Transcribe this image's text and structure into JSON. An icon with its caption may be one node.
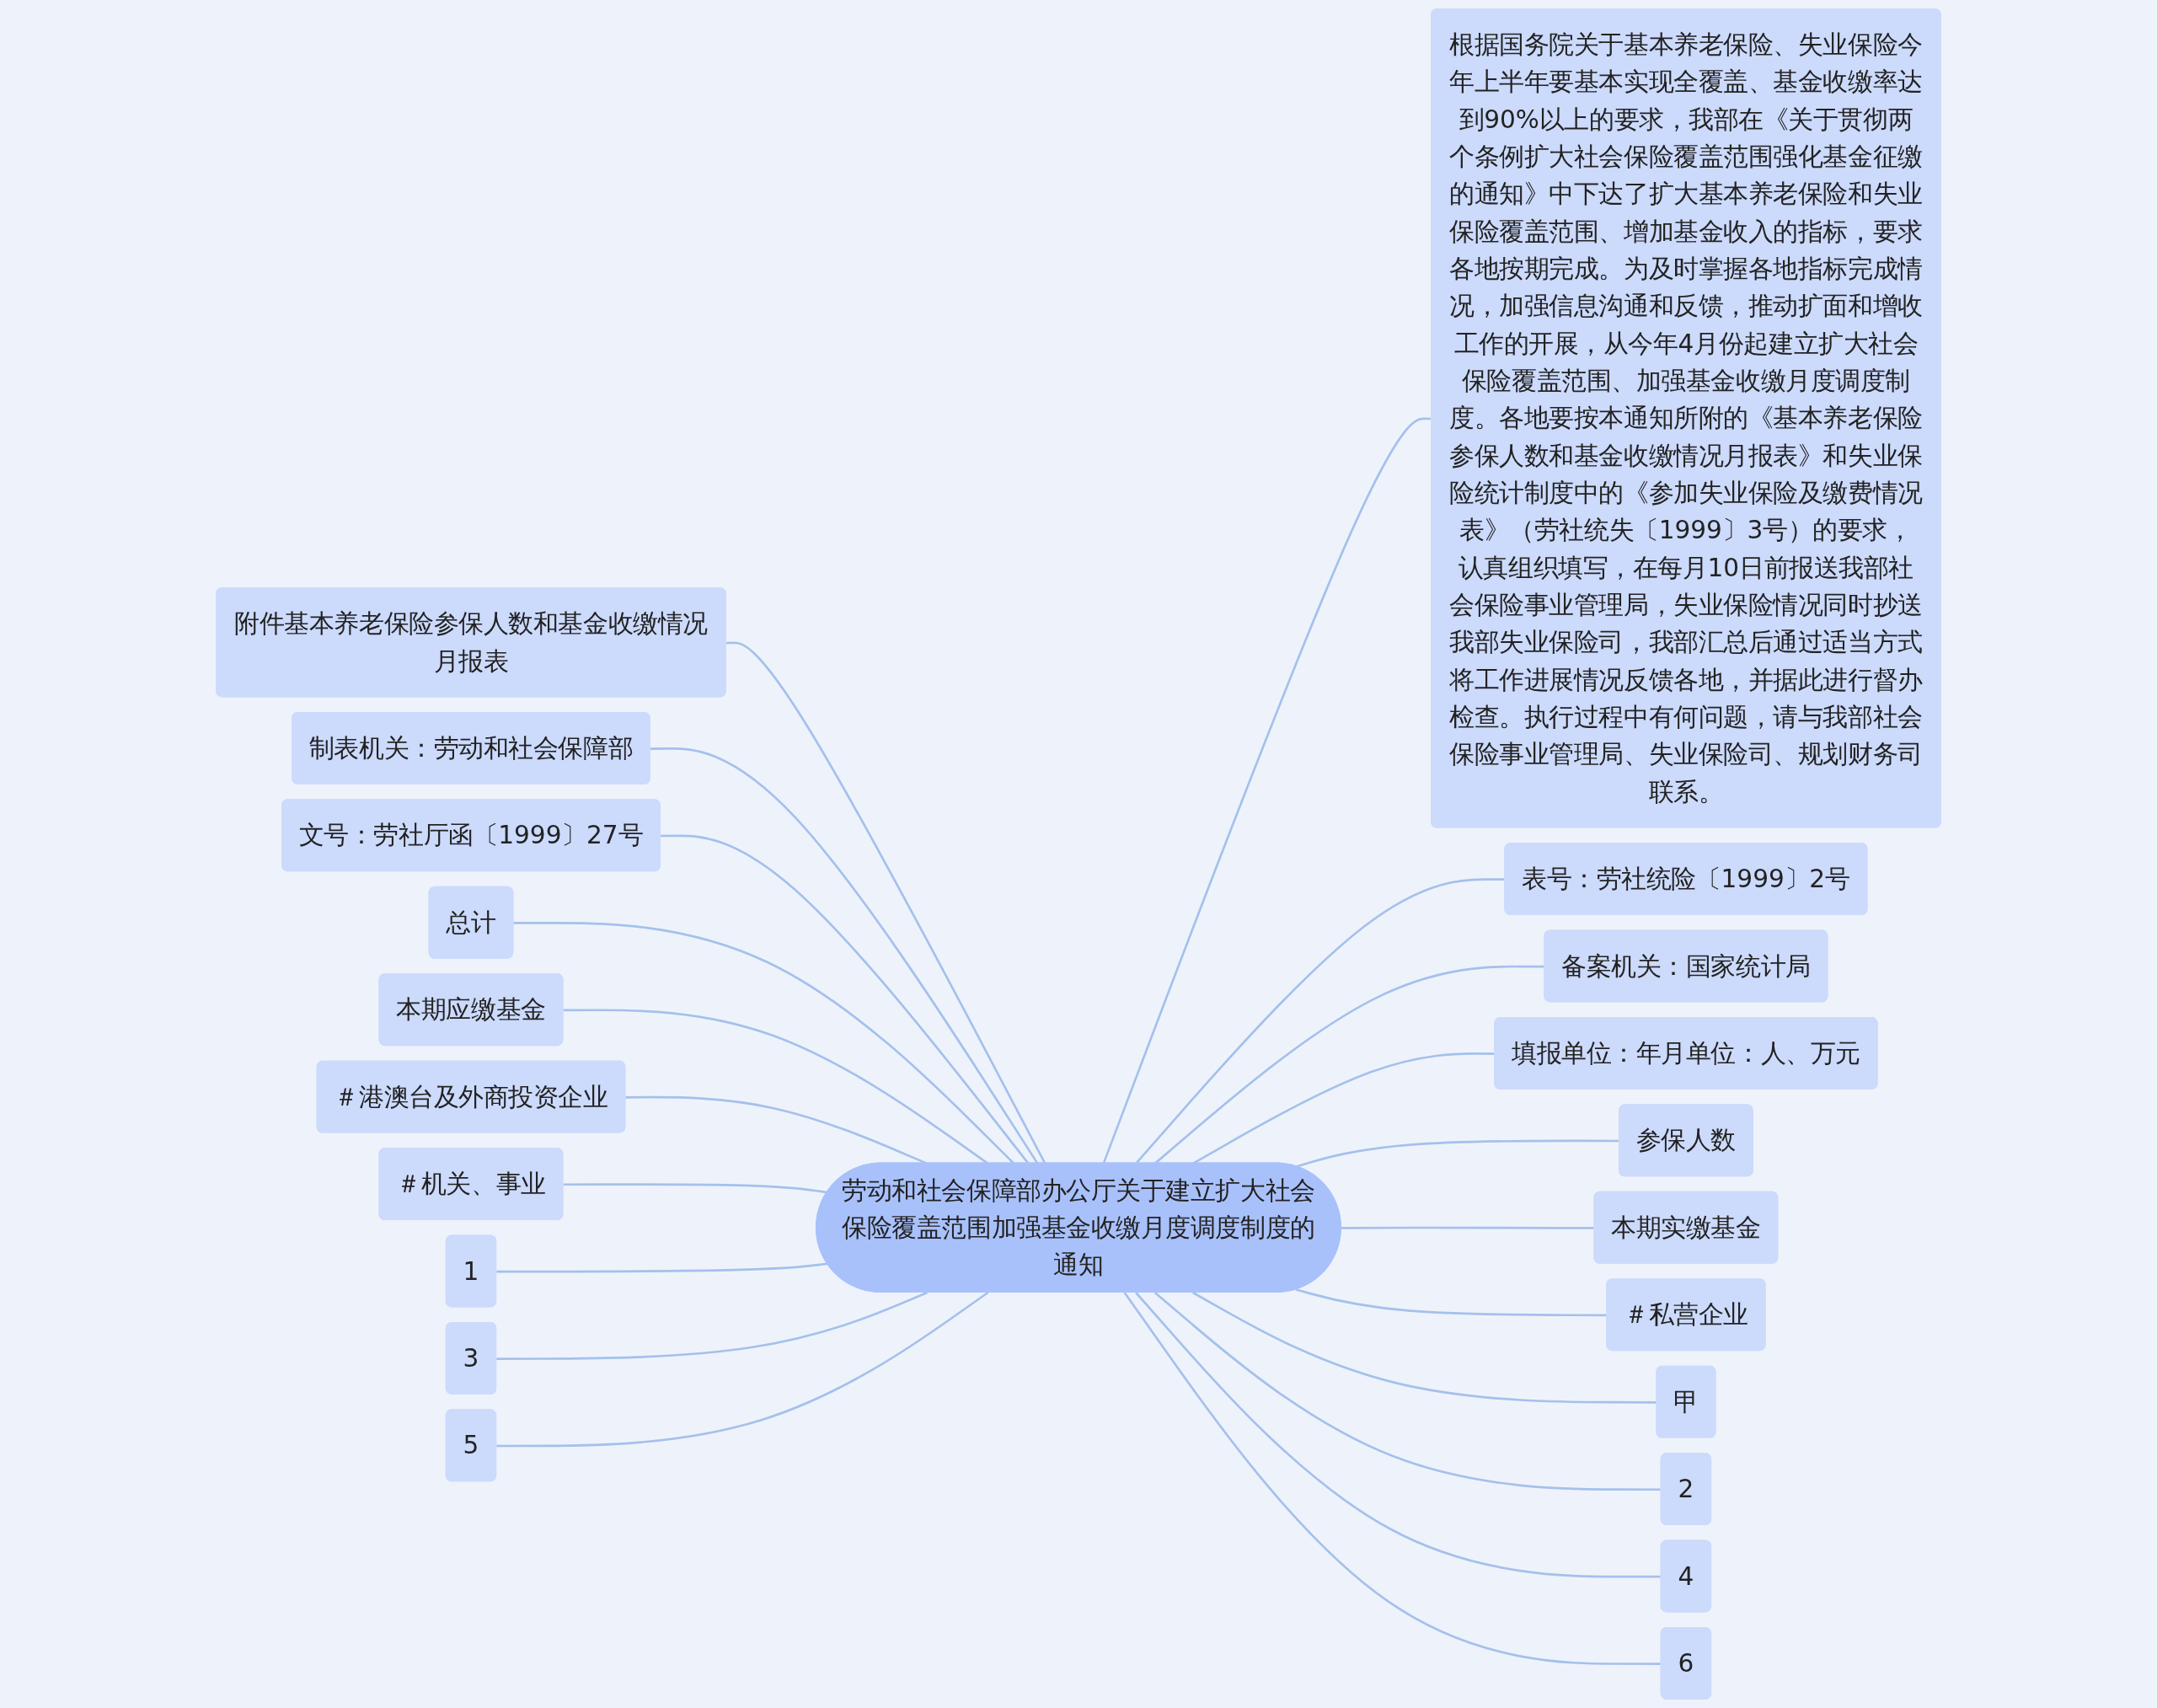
{
  "diagram": {
    "nodes": [
      {
        "text": [
          "劳动和社会保障部办公厅关于建立扩大社会保险覆盖范围加强基金收缴月度调度制度的通知"
        ]
      },
      {
        "text": [
          "根据国务院关于基本养老保险、失业保险今年上半年要基本实现全覆盖、基金收缴率达到90%以上的要求，我部在《关于贯彻两个条例扩大社会保险覆盖范围强化基金征缴的通知》中下达了扩大基本养老保险和失业保险覆盖范围、增加基金收入的指标，要求各地按期完成。为及时掌握各地指标完成情况，加强信息沟通和反馈，推动扩面和增收工作的开展，从今年4月份起建立扩大社会保险覆盖范围、加强基金收缴月度调度制度。各地要按本通知所附的《基本养老保险参保人数和基金收缴情况月报表》和失业保险统计制度中的《参加失业保险及缴费情况表》（劳社统失〔1999〕3号）的要求，认真组织填写，在每月10日前报送我部社会保险事业管理局，失业保险情况同时抄送我部失业保险司，我部汇总后通过适当方式将工作进展情况反馈各地，并据此进行督办检查。执行过程中有何问题，请与我部社会保险事业管理局、失业保险司、规划财务司联系。"
        ]
      },
      {
        "text": [
          "附件基本养老保险参保人数和基金收缴情况月报表"
        ]
      },
      {
        "text": [
          "制表机关：劳动和社会保障部"
        ]
      },
      {
        "text": [
          "文号：劳社厅函〔1999〕27号"
        ]
      },
      {
        "text": [
          "总计"
        ]
      },
      {
        "text": [
          "本期应缴基金"
        ]
      },
      {
        "text": [
          "＃港澳台及外商投资企业"
        ]
      },
      {
        "text": [
          "＃机关、事业"
        ]
      },
      {
        "text": [
          "1"
        ]
      },
      {
        "text": [
          "3"
        ]
      },
      {
        "text": [
          "5"
        ]
      },
      {
        "text": [
          "表号：劳社统险〔1999〕2号"
        ]
      },
      {
        "text": [
          "备案机关：国家统计局"
        ]
      },
      {
        "text": [
          "填报单位：年月单位：人、万元"
        ]
      },
      {
        "text": [
          "参保人数"
        ]
      },
      {
        "text": [
          "本期实缴基金"
        ]
      },
      {
        "text": [
          "＃私营企业"
        ]
      },
      {
        "text": [
          "甲"
        ]
      },
      {
        "text": [
          "2"
        ]
      },
      {
        "text": [
          "4"
        ]
      },
      {
        "text": [
          "6"
        ]
      }
    ],
    "edges": [
      {
        "from": 0,
        "to": 1,
        "arrow": "none"
      },
      {
        "from": 0,
        "to": 2,
        "arrow": "none"
      },
      {
        "from": 0,
        "to": 3,
        "arrow": "none"
      },
      {
        "from": 0,
        "to": 4,
        "arrow": "none"
      },
      {
        "from": 0,
        "to": 5,
        "arrow": "none"
      },
      {
        "from": 0,
        "to": 6,
        "arrow": "none"
      },
      {
        "from": 0,
        "to": 7,
        "arrow": "none"
      },
      {
        "from": 0,
        "to": 8,
        "arrow": "none"
      },
      {
        "from": 0,
        "to": 9,
        "arrow": "none"
      },
      {
        "from": 0,
        "to": 10,
        "arrow": "none"
      },
      {
        "from": 0,
        "to": 11,
        "arrow": "none"
      },
      {
        "from": 0,
        "to": 12,
        "arrow": "none"
      },
      {
        "from": 0,
        "to": 13,
        "arrow": "none"
      },
      {
        "from": 0,
        "to": 14,
        "arrow": "none"
      },
      {
        "from": 0,
        "to": 15,
        "arrow": "none"
      },
      {
        "from": 0,
        "to": 16,
        "arrow": "none"
      },
      {
        "from": 0,
        "to": 17,
        "arrow": "none"
      },
      {
        "from": 0,
        "to": 18,
        "arrow": "none"
      },
      {
        "from": 0,
        "to": 19,
        "arrow": "none"
      },
      {
        "from": 0,
        "to": 20,
        "arrow": "none"
      },
      {
        "from": 0,
        "to": 21,
        "arrow": "none"
      }
    ]
  }
}
